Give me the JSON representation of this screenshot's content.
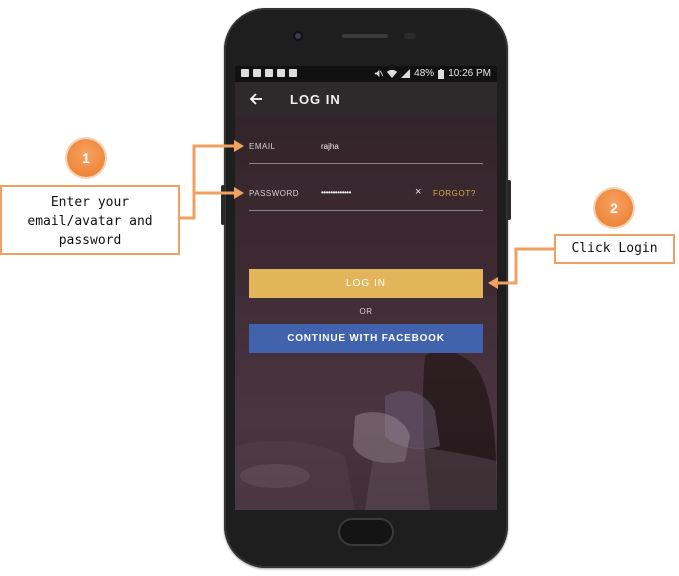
{
  "statusbar": {
    "battery": "48%",
    "time": "10:26 PM",
    "left_icons": [
      "notification-icon",
      "alarm-icon",
      "image-icon",
      "download-icon",
      "message-icon"
    ],
    "right_icons": [
      "mute-icon",
      "wifi-icon",
      "signal-icon",
      "battery-icon"
    ]
  },
  "appbar": {
    "title": "LOG IN",
    "back_icon": "arrow-left-icon"
  },
  "form": {
    "email_label": "EMAIL",
    "email_value": "rajha",
    "password_label": "PASSWORD",
    "password_value": "•••••••••••••",
    "clear_icon": "×",
    "forgot_label": "FORGOT?"
  },
  "buttons": {
    "login_label": "LOG IN",
    "or_label": "OR",
    "facebook_label": "CONTINUE WITH FACEBOOK"
  },
  "annotations": {
    "step1": {
      "number": "1",
      "line1": "Enter your",
      "line2": "email/avatar and",
      "line3": "password"
    },
    "step2": {
      "number": "2",
      "text": "Click Login"
    }
  },
  "colors": {
    "accent_gold": "#e2b55b",
    "facebook_blue": "#4162ad",
    "annotation_orange": "#ee8739"
  }
}
